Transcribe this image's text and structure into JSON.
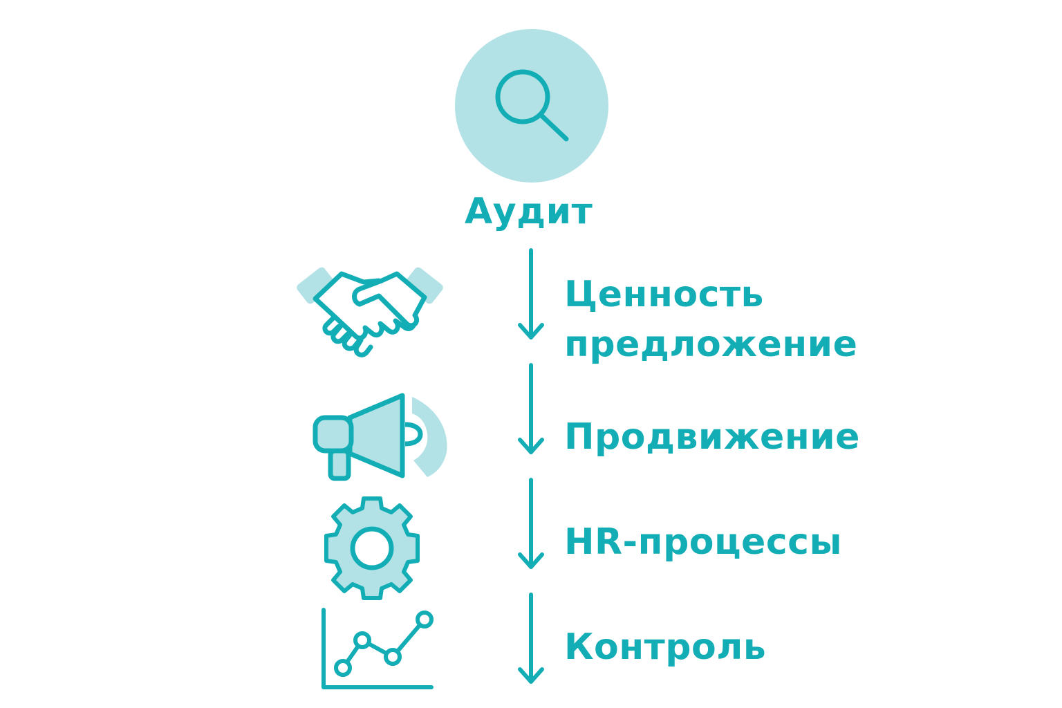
{
  "colors": {
    "accent": "#12adb5",
    "accent_light": "#b3e2e6",
    "background": "#ffffff"
  },
  "top": {
    "icon": "search-icon",
    "label": "Аудит"
  },
  "steps": [
    {
      "icon": "handshake-icon",
      "label_line1": "Ценность",
      "label_line2": "предложение"
    },
    {
      "icon": "megaphone-icon",
      "label": "Продвижение"
    },
    {
      "icon": "gear-icon",
      "label": "HR-процессы"
    },
    {
      "icon": "line-chart-icon",
      "label": "Контроль"
    }
  ]
}
